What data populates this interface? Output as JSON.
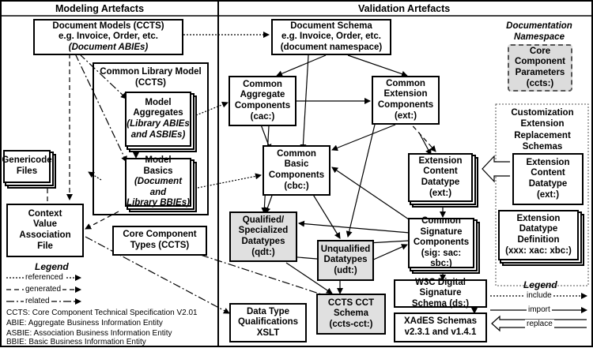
{
  "sections": {
    "modeling": "Modeling Artefacts",
    "validation": "Validation Artefacts"
  },
  "boxes": {
    "document_models": {
      "line1": "Document Models (CCTS)",
      "line2": "e.g. Invoice, Order, etc.",
      "line3": "(Document ABIEs)"
    },
    "common_library_title": "Common Library Model\n(CCTS)",
    "model_aggregates": {
      "line1": "Model\nAggregates",
      "line2": "(Library ABIEs\nand ASBIEs)"
    },
    "model_basics": {
      "line1": "Model\nBasics",
      "line2": "(Document and\nLibrary BBIEs)"
    },
    "genericode": "Genericode\nFiles",
    "context_value": "Context\nValue\nAssociation\nFile",
    "core_component_types": "Core Component\nTypes (CCTS)",
    "data_type_qualifications": "Data Type\nQualifications\nXSLT",
    "document_schema": "Document Schema\ne.g. Invoice, Order, etc.\n(document namespace)",
    "doc_namespace_label": "Documentation\nNamespace",
    "core_component_parameters": "Core\nComponent\nParameters\n(ccts:)",
    "common_aggregate": "Common\nAggregate\nComponents\n(cac:)",
    "common_extension": "Common\nExtension\nComponents\n(ext:)",
    "customization_label": "Customization\nExtension\nReplacement\nSchemas",
    "common_basic": "Common\nBasic\nComponents\n(cbc:)",
    "extension_content_datatype": "Extension\nContent\nDatatype\n(ext:)",
    "extension_content_datatype_repl": "Extension\nContent\nDatatype\n(ext:)",
    "extension_datatype_definition": "Extension\nDatatype\nDefinition\n(xxx: xac: xbc:)",
    "qualified_datatypes": "Qualified/\nSpecialized\nDatatypes\n(qdt:)",
    "common_signature": "Common\nSignature\nComponents\n(sig: sac: sbc:)",
    "unqualified_datatypes": "Unqualified\nDatatypes\n(udt:)",
    "w3c_signature": "W3C Digital Signature\nSchema (ds:)",
    "ccts_cct": "CCTS CCT\nSchema\n(ccts-cct:)",
    "xades": "XAdES Schemas\nv2.3.1 and v1.4.1"
  },
  "legend_left": {
    "title": "Legend",
    "items": [
      "referenced",
      "generated",
      "related"
    ]
  },
  "legend_right": {
    "title": "Legend",
    "items": [
      "include",
      "import",
      "replace"
    ]
  },
  "abbreviations": [
    "CCTS: Core Component Technical Specification V2.01",
    "ABIE: Aggregate Business Information Entity",
    "ASBIE: Association Business Information Entity",
    "BBIE: Basic Business Information Entity"
  ]
}
